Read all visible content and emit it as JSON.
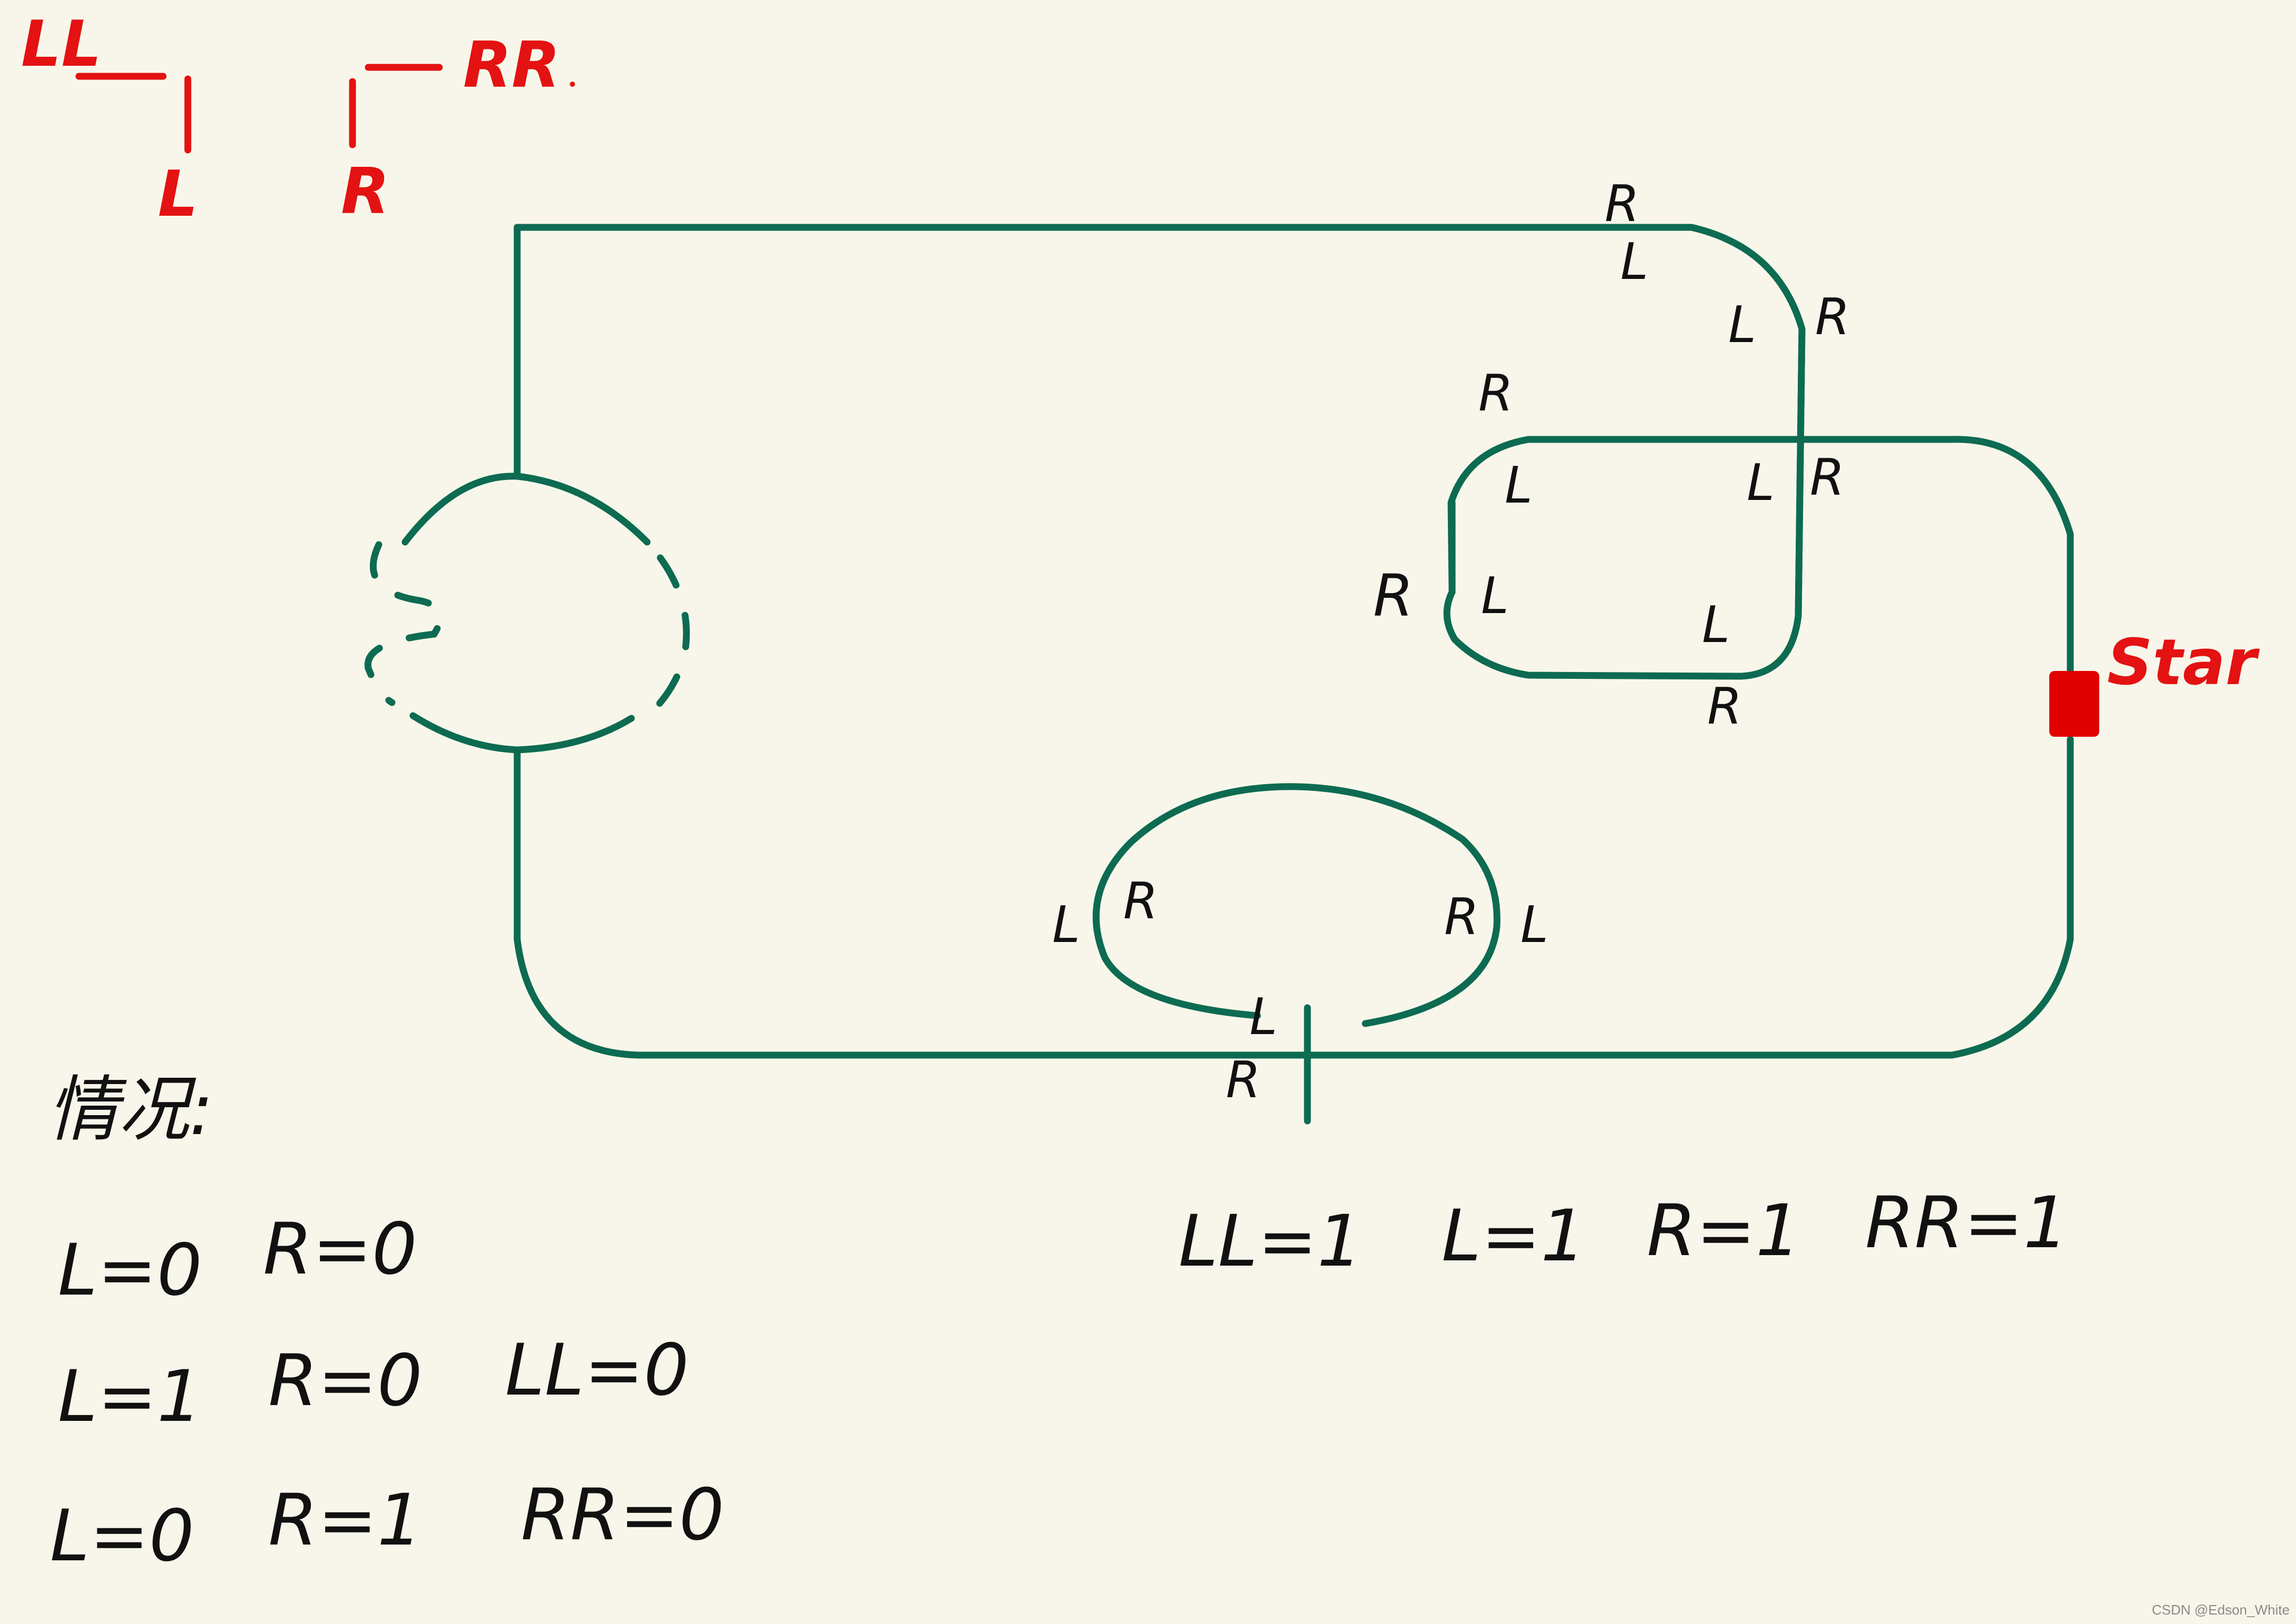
{
  "legend": {
    "ll": "LL",
    "rr": "RR",
    "l": "L",
    "r": "R"
  },
  "start_label": "Star",
  "track_labels": {
    "top_corner_r": "R",
    "top_corner_l": "L",
    "junction_l": "L",
    "junction_r": "R",
    "inner_top_left_r": "R",
    "inner_top_left_l": "L",
    "inner_mid_l": "L",
    "inner_mid_r": "R",
    "inner_left_r": "R",
    "inner_left_l": "L",
    "inner_bottom_l": "L",
    "inner_bottom_r": "R",
    "loop_left_l": "L",
    "loop_left_r": "R",
    "loop_right_r": "R",
    "loop_right_l": "L",
    "bottom_l": "L",
    "bottom_r": "R"
  },
  "cases_heading": "情况:",
  "cases": [
    {
      "a": "L=0",
      "b": "R=0",
      "c": ""
    },
    {
      "a": "L=1",
      "b": "R=0",
      "c": "LL=0"
    },
    {
      "a": "L=0",
      "b": "R=1",
      "c": "RR=0"
    }
  ],
  "all_on": [
    "LL=1",
    "L=1",
    "R=1",
    "RR=1"
  ],
  "colors": {
    "track": "#0d6b52",
    "annotation": "#e41212",
    "start_marker": "#e00000",
    "background": "#f8f6ea"
  },
  "watermark": "CSDN @Edson_White"
}
